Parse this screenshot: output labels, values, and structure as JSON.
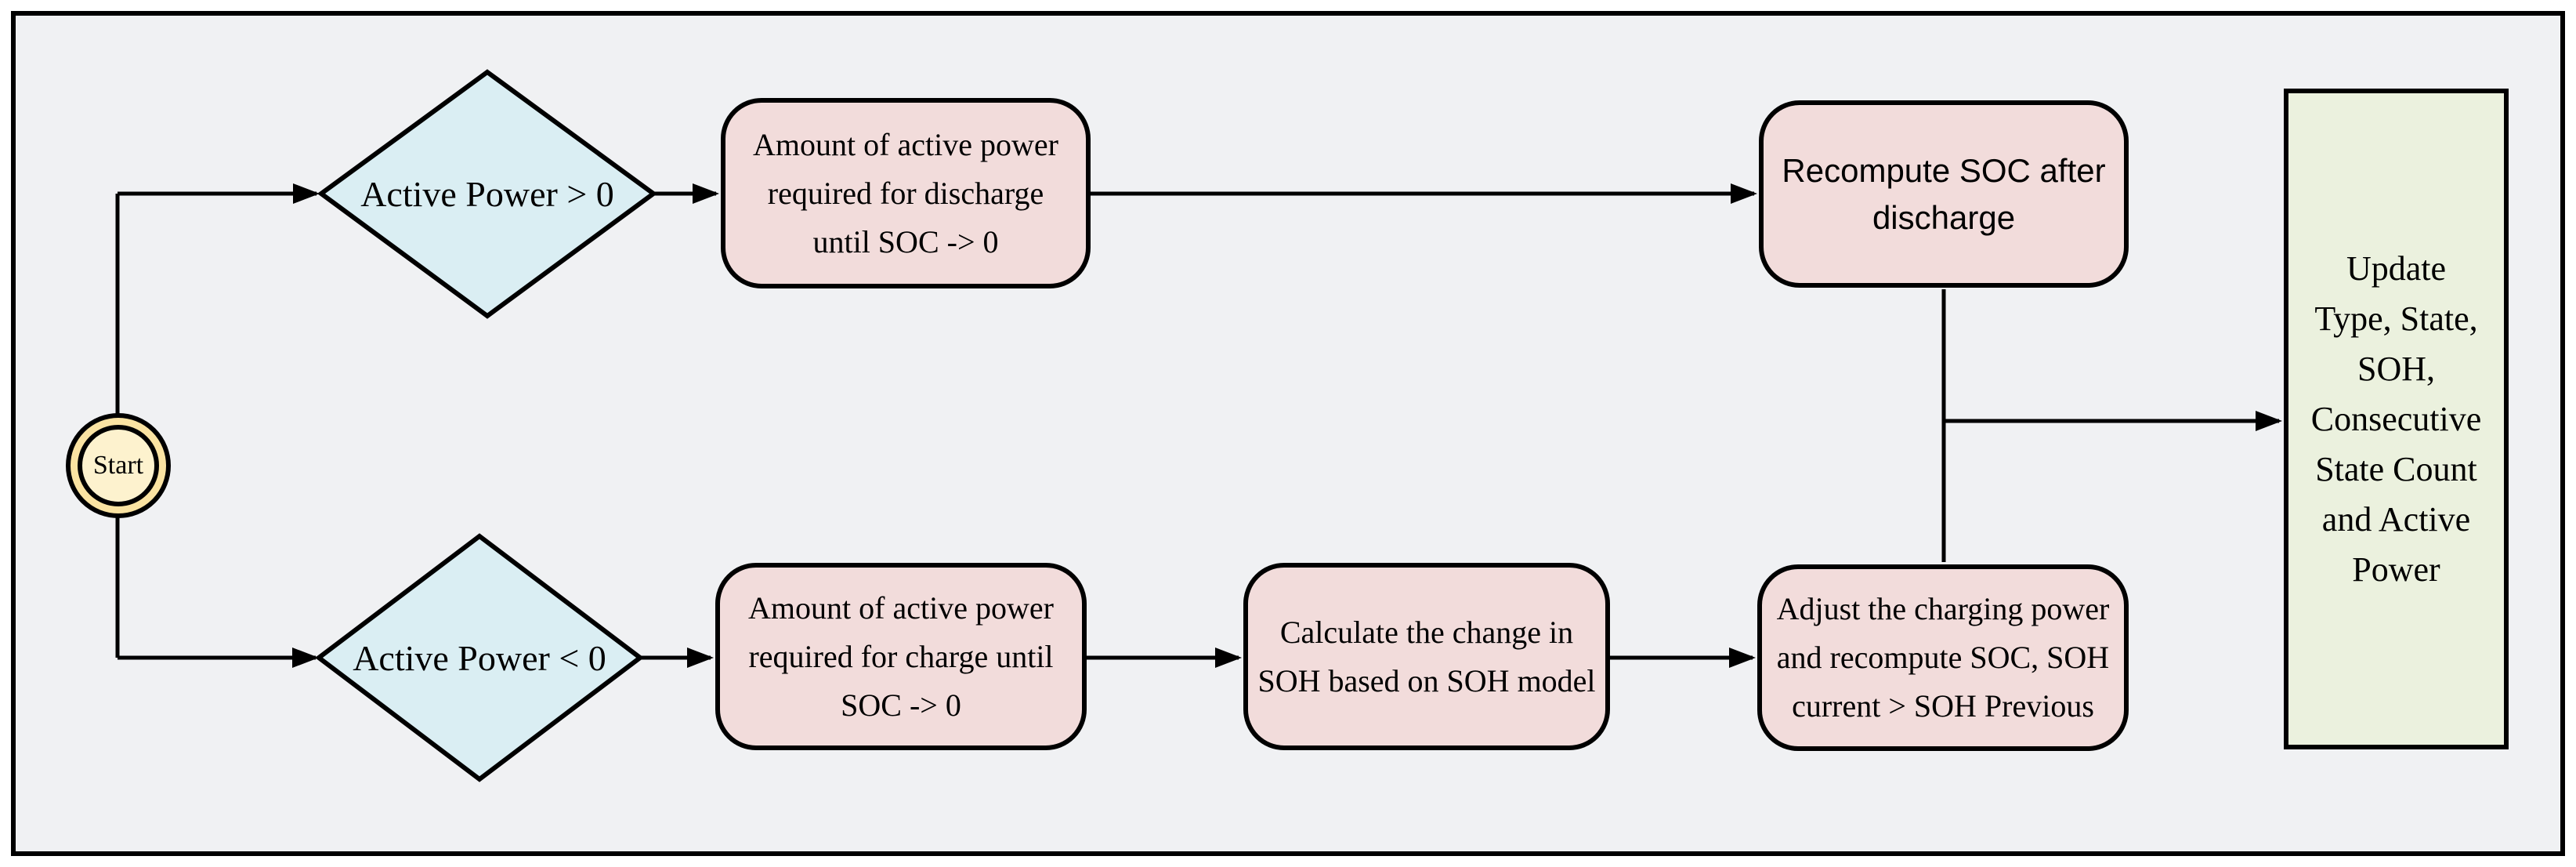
{
  "figure": {
    "type": "flowchart"
  },
  "colors": {
    "page": "#ffffff",
    "background": "#f0f1f3",
    "line": "#000000",
    "decision_fill": "#daeef3",
    "process_fill": "#f2dcdb",
    "terminal_fill": "#ebf1de",
    "start_ring_fill": "#fae3a2",
    "start_inner_fill": "#fdf2ce"
  },
  "nodes": {
    "start": {
      "label": "Start"
    },
    "decision_discharge": {
      "label": "Active Power > 0"
    },
    "decision_charge": {
      "label": "Active Power < 0"
    },
    "discharge_power": {
      "label": "Amount of active power\nrequired for discharge\nuntil SOC -> 0"
    },
    "recompute_soc": {
      "label": "Recompute SOC after\ndischarge"
    },
    "charge_power": {
      "label": "Amount of active power\nrequired for charge until\nSOC -> 0"
    },
    "soh_change": {
      "label": "Calculate the change in\nSOH based on SOH model"
    },
    "adjust_charging": {
      "label": "Adjust the charging power\nand recompute SOC, SOH\ncurrent > SOH Previous"
    },
    "update_state": {
      "label": "Update\nType, State,\nSOH,\nConsecutive\nState Count\nand Active\nPower"
    }
  },
  "edges": [
    {
      "from": "start",
      "to": "decision_discharge",
      "arrow": true
    },
    {
      "from": "start",
      "to": "decision_charge",
      "arrow": true
    },
    {
      "from": "decision_discharge",
      "to": "discharge_power",
      "arrow": true
    },
    {
      "from": "discharge_power",
      "to": "recompute_soc",
      "arrow": true
    },
    {
      "from": "recompute_soc",
      "to": "adjust_charging",
      "arrow": false
    },
    {
      "from": "recompute_soc",
      "to": "update_state",
      "arrow": true
    },
    {
      "from": "decision_charge",
      "to": "charge_power",
      "arrow": true
    },
    {
      "from": "charge_power",
      "to": "soh_change",
      "arrow": true
    },
    {
      "from": "soh_change",
      "to": "adjust_charging",
      "arrow": true
    }
  ]
}
